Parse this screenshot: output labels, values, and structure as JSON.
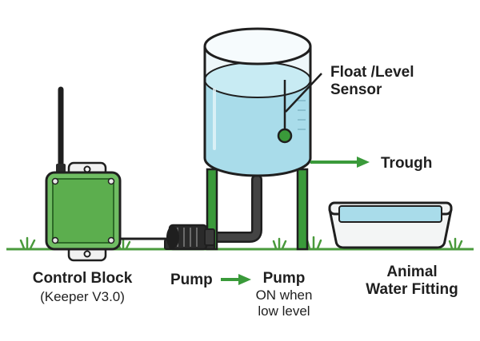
{
  "labels": {
    "sensor_line1": "Float /Level",
    "sensor_line2": "Sensor",
    "trough": "Trough",
    "control_block": "Control Block",
    "keeper": "(Keeper V3.0)",
    "pump_left": "Pump",
    "pump_right": "Pump",
    "pump_on_line1": "ON when",
    "pump_on_line2": "low level",
    "fitting_line1": "Animal",
    "fitting_line2": "Water Fitting"
  },
  "colors": {
    "outline": "#1f1f1f",
    "green": "#3a9a3a",
    "control_green": "#5cae4e",
    "water": "#a9dcea",
    "tank_empty": "#eef7fa",
    "ground": "#4a9a3c",
    "pipe": "#333333"
  },
  "icons": {
    "antenna": "antenna-icon",
    "float": "float-ball-icon",
    "pump": "pump-motor-icon"
  }
}
